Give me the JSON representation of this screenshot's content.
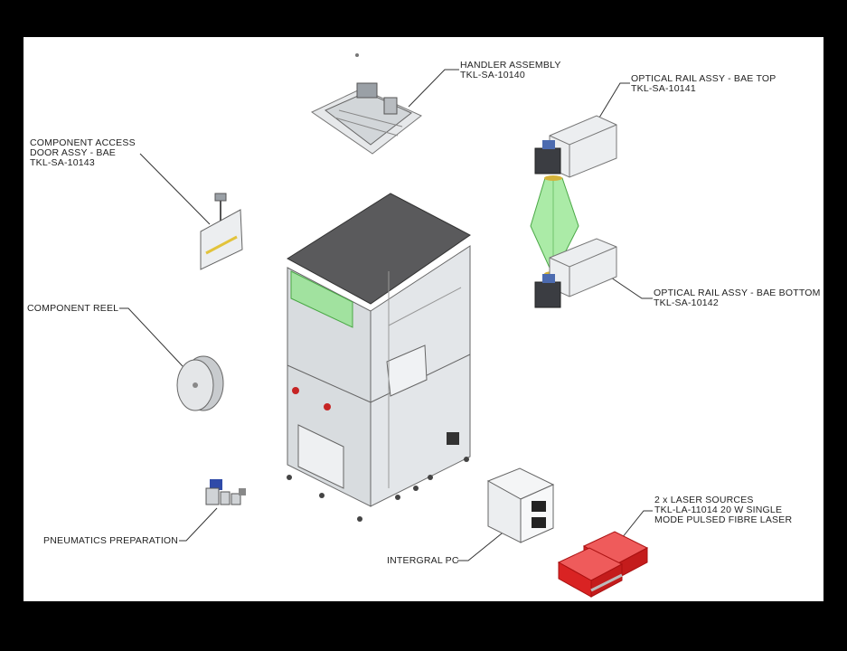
{
  "colors": {
    "frame": "#000000",
    "sheet": "#ffffff",
    "cabinet_body": "#d9dde0",
    "cabinet_top": "#555557",
    "laser_red": "#d92323",
    "beam_green": "#7fe07a",
    "line": "#333333"
  },
  "labels": {
    "handler": {
      "line1": "HANDLER ASSEMBLY",
      "line2": "TKL-SA-10140"
    },
    "optical_top": {
      "line1": "OPTICAL RAIL ASSY - BAE TOP",
      "line2": "TKL-SA-10141"
    },
    "door": {
      "line1": "COMPONENT ACCESS",
      "line2": "DOOR ASSY - BAE",
      "line3": "TKL-SA-10143"
    },
    "reel": {
      "line1": "COMPONENT REEL"
    },
    "optical_bottom": {
      "line1": "OPTICAL RAIL ASSY - BAE BOTTOM",
      "line2": "TKL-SA-10142"
    },
    "laser": {
      "line1": "2 x LASER SOURCES",
      "line2": "TKL-LA-11014   20 W SINGLE",
      "line3": "MODE PULSED FIBRE LASER"
    },
    "pneumatics": {
      "line1": "PNEUMATICS PREPARATION"
    },
    "pc": {
      "line1": "INTERGRAL PC"
    }
  },
  "icons": [
    "handler-assembly-icon",
    "optical-rail-top-icon",
    "optical-rail-bottom-icon",
    "door-assy-icon",
    "reel-icon",
    "pneumatics-icon",
    "pc-icon",
    "laser-sources-icon",
    "machine-cabinet-icon"
  ]
}
